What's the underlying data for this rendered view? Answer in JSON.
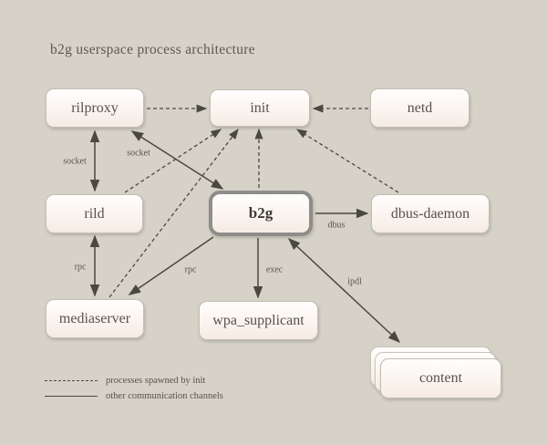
{
  "title": "b2g userspace process architecture",
  "diagram": {
    "nodes": [
      {
        "id": "rilproxy",
        "label": "rilproxy"
      },
      {
        "id": "init",
        "label": "init"
      },
      {
        "id": "netd",
        "label": "netd"
      },
      {
        "id": "rild",
        "label": "rild"
      },
      {
        "id": "b2g",
        "label": "b2g"
      },
      {
        "id": "dbus-daemon",
        "label": "dbus-daemon"
      },
      {
        "id": "mediaserver",
        "label": "mediaserver"
      },
      {
        "id": "wpa_supplicant",
        "label": "wpa_supplicant"
      },
      {
        "id": "content",
        "label": "content"
      }
    ],
    "edges": [
      {
        "from": "rilproxy",
        "to": "init",
        "style": "dashed",
        "label": ""
      },
      {
        "from": "netd",
        "to": "init",
        "style": "dashed",
        "label": ""
      },
      {
        "from": "rild",
        "to": "init",
        "style": "dashed",
        "label": ""
      },
      {
        "from": "mediaserver",
        "to": "init",
        "style": "dashed",
        "label": ""
      },
      {
        "from": "b2g",
        "to": "init",
        "style": "dashed",
        "label": ""
      },
      {
        "from": "dbus-daemon",
        "to": "init",
        "style": "dashed",
        "label": ""
      },
      {
        "from": "rilproxy",
        "to": "rild",
        "style": "solid-double",
        "label": "socket"
      },
      {
        "from": "rilproxy",
        "to": "b2g",
        "style": "solid-double",
        "label": "socket"
      },
      {
        "from": "rild",
        "to": "mediaserver",
        "style": "solid-double",
        "label": "rpc"
      },
      {
        "from": "b2g",
        "to": "mediaserver",
        "style": "solid",
        "label": "rpc"
      },
      {
        "from": "b2g",
        "to": "wpa_supplicant",
        "style": "solid",
        "label": "exec"
      },
      {
        "from": "b2g",
        "to": "dbus-daemon",
        "style": "solid",
        "label": "dbus"
      },
      {
        "from": "b2g",
        "to": "content",
        "style": "solid-double",
        "label": "ipdl"
      }
    ],
    "edge_labels": {
      "socket_rilproxy_rild": "socket",
      "socket_rilproxy_b2g": "socket",
      "rpc_rild_mediaserver": "rpc",
      "rpc_b2g_mediaserver": "rpc",
      "exec_b2g_wpa": "exec",
      "dbus_b2g_dbus": "dbus",
      "ipdl_b2g_content": "ipdl"
    }
  },
  "legend": {
    "dashed_label": "processes spawned by init",
    "solid_label": "other communication channels"
  },
  "colors": {
    "background": "#d6d2c8",
    "box_border": "#c2beb4",
    "b2g_border": "#8d8d89",
    "arrow": "#4a4840",
    "text": "#56524a"
  }
}
